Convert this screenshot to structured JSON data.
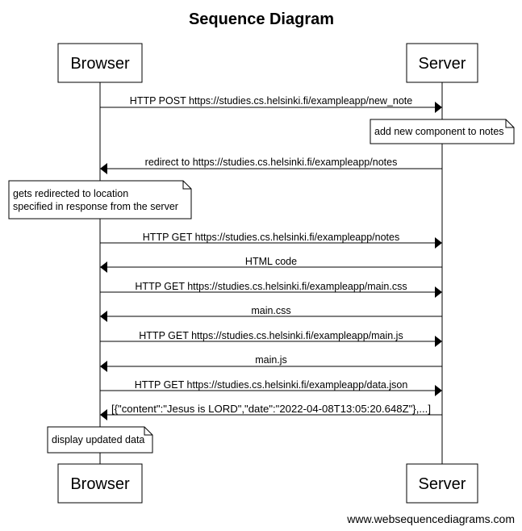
{
  "title": "Sequence Diagram",
  "participants": [
    "Browser",
    "Server"
  ],
  "messages": [
    {
      "from": "Browser",
      "to": "Server",
      "text": "HTTP POST https://studies.cs.helsinki.fi/exampleapp/new_note"
    },
    {
      "note_over": "Server",
      "lines": [
        "add new component to notes"
      ]
    },
    {
      "from": "Server",
      "to": "Browser",
      "text": "redirect to https://studies.cs.helsinki.fi/exampleapp/notes"
    },
    {
      "note_over": "Browser",
      "lines": [
        "gets redirected to location",
        "specified in response from the server"
      ]
    },
    {
      "from": "Browser",
      "to": "Server",
      "text": "HTTP GET https://studies.cs.helsinki.fi/exampleapp/notes"
    },
    {
      "from": "Server",
      "to": "Browser",
      "text": "HTML code"
    },
    {
      "from": "Browser",
      "to": "Server",
      "text": "HTTP GET https://studies.cs.helsinki.fi/exampleapp/main.css"
    },
    {
      "from": "Server",
      "to": "Browser",
      "text": "main.css"
    },
    {
      "from": "Browser",
      "to": "Server",
      "text": "HTTP GET https://studies.cs.helsinki.fi/exampleapp/main.js"
    },
    {
      "from": "Server",
      "to": "Browser",
      "text": "main.js"
    },
    {
      "from": "Browser",
      "to": "Server",
      "text": "HTTP GET https://studies.cs.helsinki.fi/exampleapp/data.json"
    },
    {
      "from": "Server",
      "to": "Browser",
      "text": "[{\"content\":\"Jesus is LORD\",\"date\":\"2022-04-08T13:05:20.648Z\"},...]"
    },
    {
      "note_over": "Browser",
      "lines": [
        "display updated data"
      ]
    }
  ],
  "credit": "www.websequencediagrams.com"
}
